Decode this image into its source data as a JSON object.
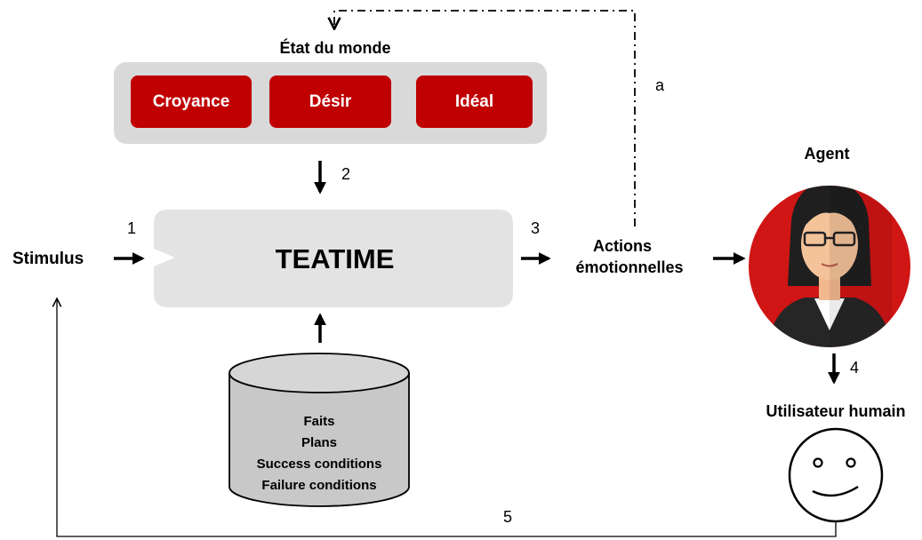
{
  "world": {
    "title": "État du monde",
    "items": [
      "Croyance",
      "Désir",
      "Idéal"
    ]
  },
  "engine": {
    "label": "TEATIME"
  },
  "stimulus": {
    "label": "Stimulus"
  },
  "actions": {
    "line1": "Actions",
    "line2": "émotionnelles"
  },
  "agent": {
    "title": "Agent"
  },
  "user": {
    "title": "Utilisateur humain"
  },
  "knowledge_base": {
    "items": [
      "Faits",
      "Plans",
      "Success conditions",
      "Failure conditions"
    ]
  },
  "arrow_labels": {
    "n1": "1",
    "n2": "2",
    "n3": "3",
    "n4": "4",
    "n5": "5",
    "a": "a"
  },
  "colors": {
    "accent_red": "#c00000",
    "panel_gray": "#d9d9d9",
    "db_gray": "#c8c8c8"
  }
}
